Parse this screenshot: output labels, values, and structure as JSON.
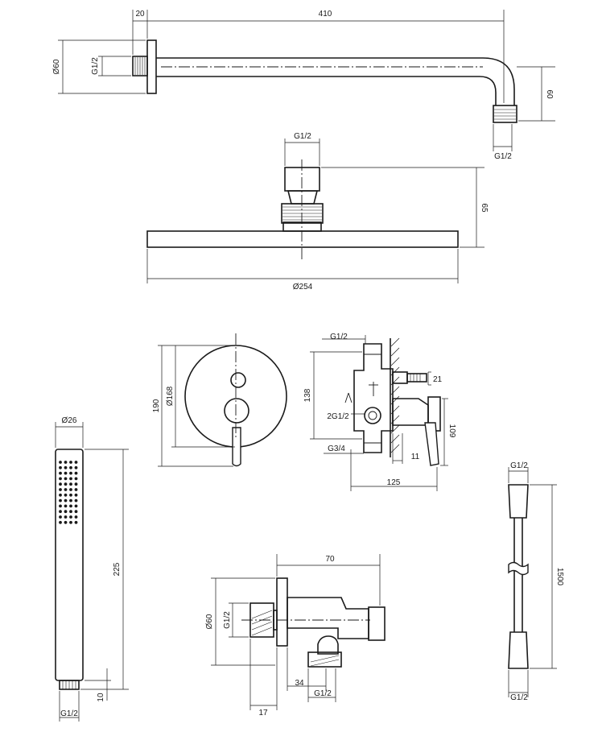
{
  "drawings": {
    "shower_arm": {
      "length": "410",
      "flange_depth": "20",
      "flange_diameter": "Ø60",
      "thread_inlet": "G1/2",
      "drop": "60",
      "thread_outlet": "G1/2"
    },
    "rain_shower_head": {
      "connection": "G1/2",
      "height": "65",
      "diameter": "Ø254"
    },
    "mixer_cover": {
      "outer_height": "190",
      "plate_diameter": "Ø168"
    },
    "mixer_body_section": {
      "top_thread": "G1/2",
      "height": "138",
      "outlet_offset": "21",
      "side_threads": "2G1/2",
      "bottom_thread": "G3/4",
      "handle_offset": "109",
      "wall_gap": "11",
      "depth": "125"
    },
    "hand_shower": {
      "diameter": "Ø26",
      "length": "225",
      "connector_length": "10",
      "thread": "G1/2"
    },
    "wall_outlet_elbow": {
      "length": "70",
      "flange_diameter": "Ø60",
      "thread_inlet": "G1/2",
      "outlet_offset": "34",
      "flange_depth": "17",
      "thread_outlet": "G1/2"
    },
    "shower_hose": {
      "thread_top": "G1/2",
      "length": "1500",
      "thread_bottom": "G1/2"
    }
  }
}
